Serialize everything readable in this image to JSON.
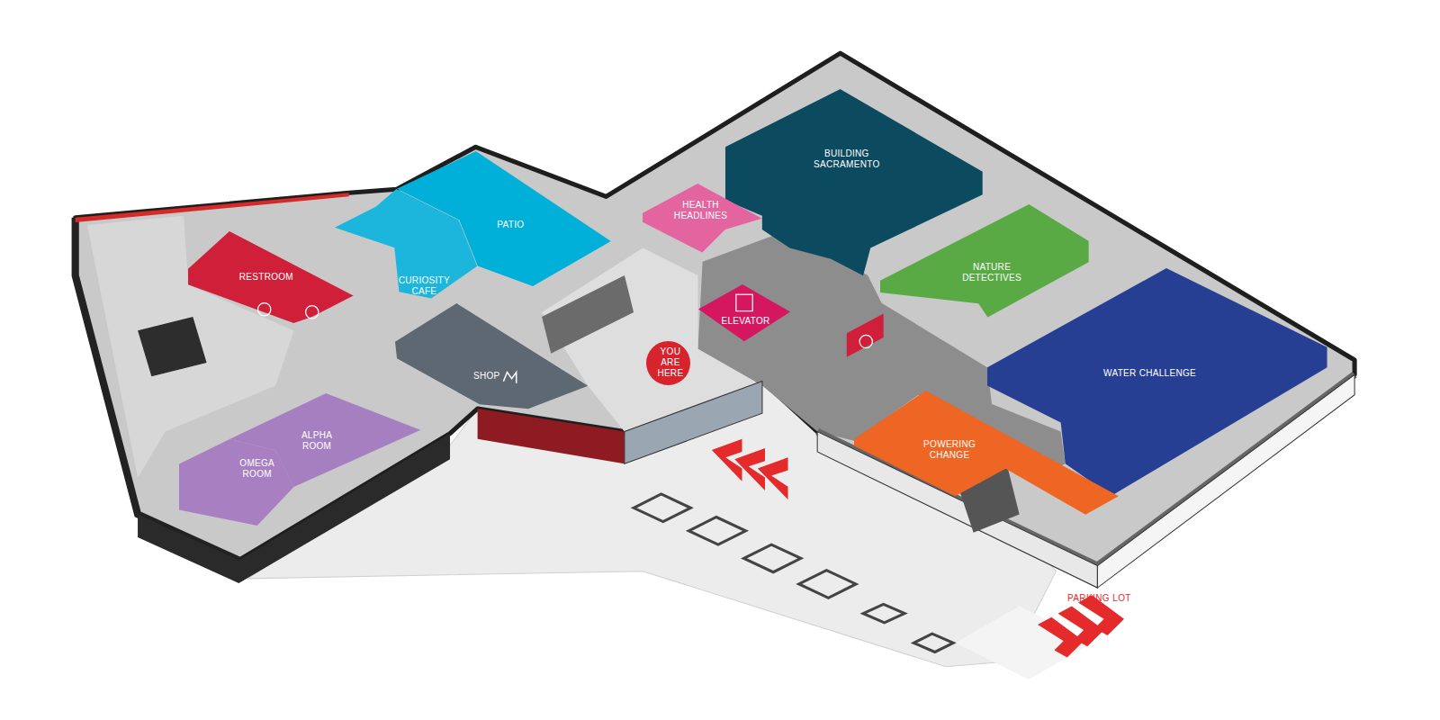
{
  "diagram": {
    "nodes": [
      {
        "text": [
          "BUILDING SACRAMENTO"
        ]
      },
      {
        "text": [
          "HEALTH HEADLINES"
        ]
      },
      {
        "text": [
          "PATIO"
        ]
      },
      {
        "text": [
          "NATURE DETECTIVES"
        ]
      },
      {
        "text": [
          "RESTROOM"
        ]
      },
      {
        "text": [
          "CURIOSITY CAFE"
        ]
      },
      {
        "text": [
          "ELEVATOR"
        ]
      },
      {
        "text": [
          "YOU ARE HERE"
        ]
      },
      {
        "text": [
          "WATER CHALLENGE"
        ]
      },
      {
        "text": [
          "SHOP"
        ]
      },
      {
        "text": [
          "ALPHA ROOM"
        ]
      },
      {
        "text": [
          "OMEGA ROOM"
        ]
      },
      {
        "text": [
          "POWERING CHANGE"
        ]
      }
    ],
    "labels": [
      "PARKING LOT"
    ]
  }
}
